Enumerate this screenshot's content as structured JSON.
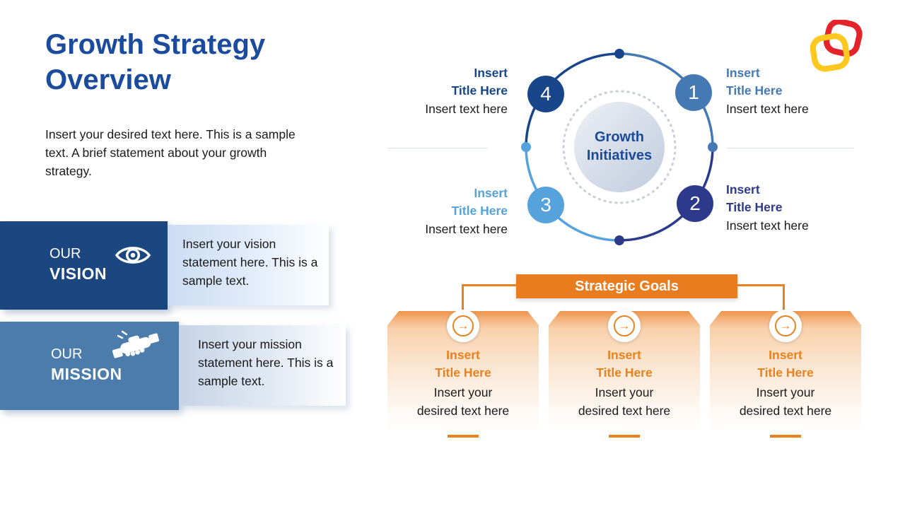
{
  "slide": {
    "title": "Growth Strategy Overview",
    "intro": "Insert your desired text here. This is a sample text. A brief statement about your growth strategy."
  },
  "vision": {
    "label_line1": "OUR",
    "label_line2": "VISION",
    "icon": "eye-icon",
    "statement": "Insert your vision statement here. This is a sample text."
  },
  "mission": {
    "label_line1": "OUR",
    "label_line2": "MISSION",
    "icon": "handshake-icon",
    "statement": "Insert your mission statement here. This is a sample text."
  },
  "diagram": {
    "center_title": "Growth\nInitiatives",
    "nodes": [
      {
        "number": "1",
        "title": "Insert\nTitle Here",
        "text": "Insert text here",
        "color": "#4479B4"
      },
      {
        "number": "2",
        "title": "Insert\nTitle Here",
        "text": "Insert text here",
        "color": "#2D3A8C"
      },
      {
        "number": "3",
        "title": "Insert\nTitle Here",
        "text": "Insert text here",
        "color": "#56A2DC"
      },
      {
        "number": "4",
        "title": "Insert\nTitle Here",
        "text": "Insert text here",
        "color": "#17468A"
      }
    ]
  },
  "goals": {
    "banner_label": "Strategic Goals",
    "arrow_glyph": "→",
    "accent_color": "#E8821E",
    "cards": [
      {
        "icon": "circled-arrow-icon",
        "title": "Insert\nTitle Here",
        "text": "Insert your\ndesired text here"
      },
      {
        "icon": "circled-arrow-icon",
        "title": "Insert\nTitle Here",
        "text": "Insert your\ndesired text here"
      },
      {
        "icon": "circled-arrow-icon",
        "title": "Insert\nTitle Here",
        "text": "Insert your\ndesired text here"
      }
    ]
  },
  "colors": {
    "heading_blue": "#1A4B9C",
    "vision_band": "#1B4680",
    "mission_band": "#4C7CAB",
    "node1_blue": "#4479B4",
    "node2_indigo": "#2D3A8C",
    "node3_light_blue": "#56A2DC",
    "node4_navy": "#17468A",
    "goal_orange": "#E8821E",
    "logo_red": "#E3242B",
    "logo_yellow": "#FFC81E",
    "body_text": "#1A1A1A"
  }
}
